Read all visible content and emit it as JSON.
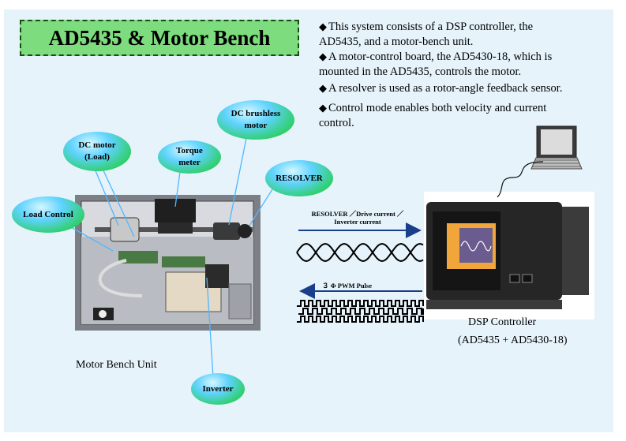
{
  "title": "AD5435 & Motor Bench",
  "bullets": [
    {
      "line1": "This system consists of a DSP controller, the",
      "line2": "AD5435, and a motor-bench unit."
    },
    {
      "line1": "A motor-control board, the AD5430-18, which is",
      "line2": "mounted in the AD5435, controls the motor."
    },
    {
      "line1": "A resolver is used as a rotor-angle feedback sensor.",
      "line2": ""
    },
    {
      "line1": "Control mode enables both velocity and current",
      "line2": "control."
    }
  ],
  "labels": {
    "dc_motor_load": {
      "line1": "DC motor",
      "line2": "(Load)"
    },
    "torque_meter": {
      "line1": "Torque",
      "line2": "meter"
    },
    "dc_brushless": {
      "line1": "DC brushless",
      "line2": "motor"
    },
    "resolver": "RESOLVER",
    "load_control": "Load Control",
    "inverter": "Inverter"
  },
  "signals": {
    "top": {
      "line1": "RESOLVER ／Drive current ／",
      "line2": "Inverter current"
    },
    "bottom": "３ Φ PWM  Pulse"
  },
  "captions": {
    "motor_bench": "Motor Bench Unit",
    "dsp_line1": "DSP Controller",
    "dsp_line2": "(AD5435 + AD5430-18)"
  },
  "colors": {
    "slide_background": "#e6f3fb",
    "title_fill": "#7ddc7d",
    "arrow": "#1a3f8a"
  }
}
